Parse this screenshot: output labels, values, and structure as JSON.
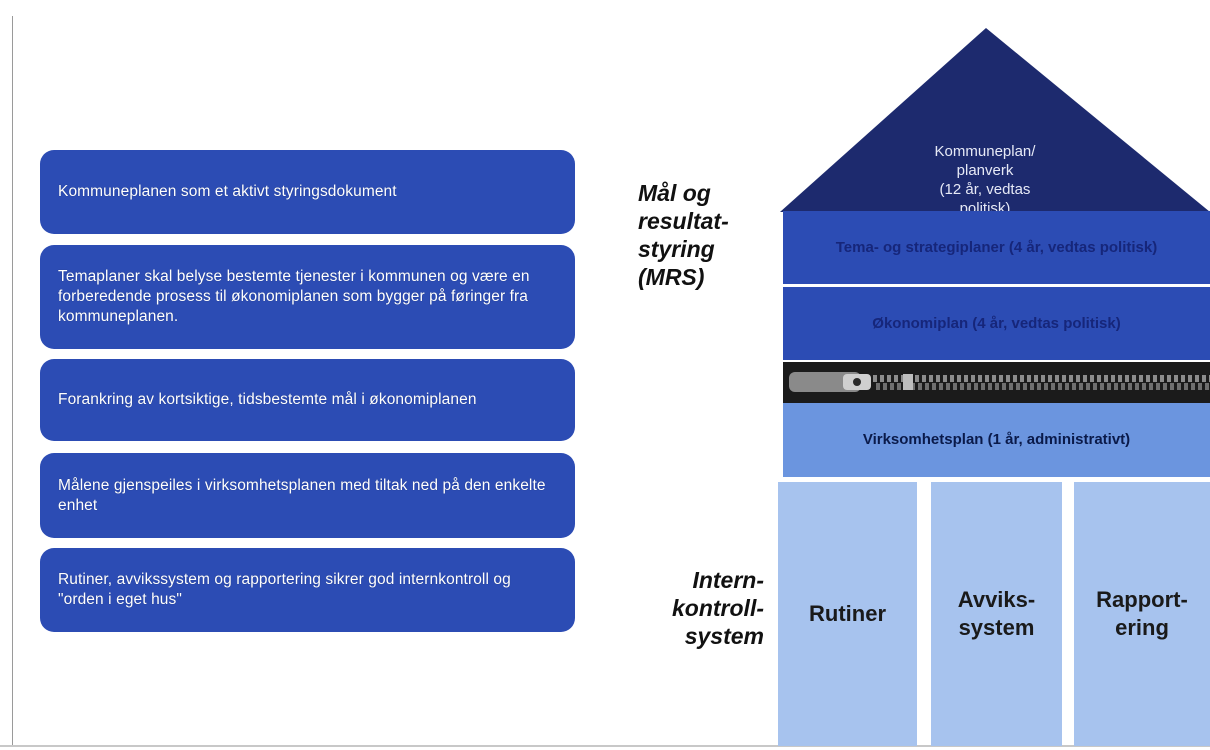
{
  "left_boxes": [
    "Kommuneplanen som et aktivt styringsdokument",
    "Temaplaner  skal belyse bestemte tjenester i kommunen og være en forberedende prosess til økonomiplanen som bygger på føringer fra kommuneplanen.",
    "Forankring av kortsiktige, tidsbestemte mål i økonomiplanen",
    "Målene gjenspeiles i virksomhetsplanen med tiltak ned på den enkelte enhet",
    "Rutiner, avvikssystem og rapportering sikrer god internkontroll og \"orden i eget hus\""
  ],
  "side_labels": {
    "mrs": [
      "Mål og",
      "resultat-",
      "styring",
      "(MRS)"
    ],
    "internkontroll": [
      "Intern-",
      "kontroll-",
      "system"
    ]
  },
  "house": {
    "roof": [
      "Kommuneplan/",
      "planverk",
      "(12 år, vedtas",
      "politisk)"
    ],
    "tema": "Tema- og strategiplaner (4 år, vedtas politisk)",
    "okonomi": "Økonomiplan (4 år, vedtas politisk)",
    "virksomhet": "Virksomhetsplan (1 år, administrativt)",
    "columns": [
      [
        "Rutiner"
      ],
      [
        "Avviks-",
        "system"
      ],
      [
        "Rapport-",
        "ering"
      ]
    ]
  },
  "colors": {
    "dark_blue": "#1d2a6e",
    "mid_blue": "#2c4cb4",
    "light_blue": "#6b95df",
    "pale_blue": "#a7c3ee"
  }
}
